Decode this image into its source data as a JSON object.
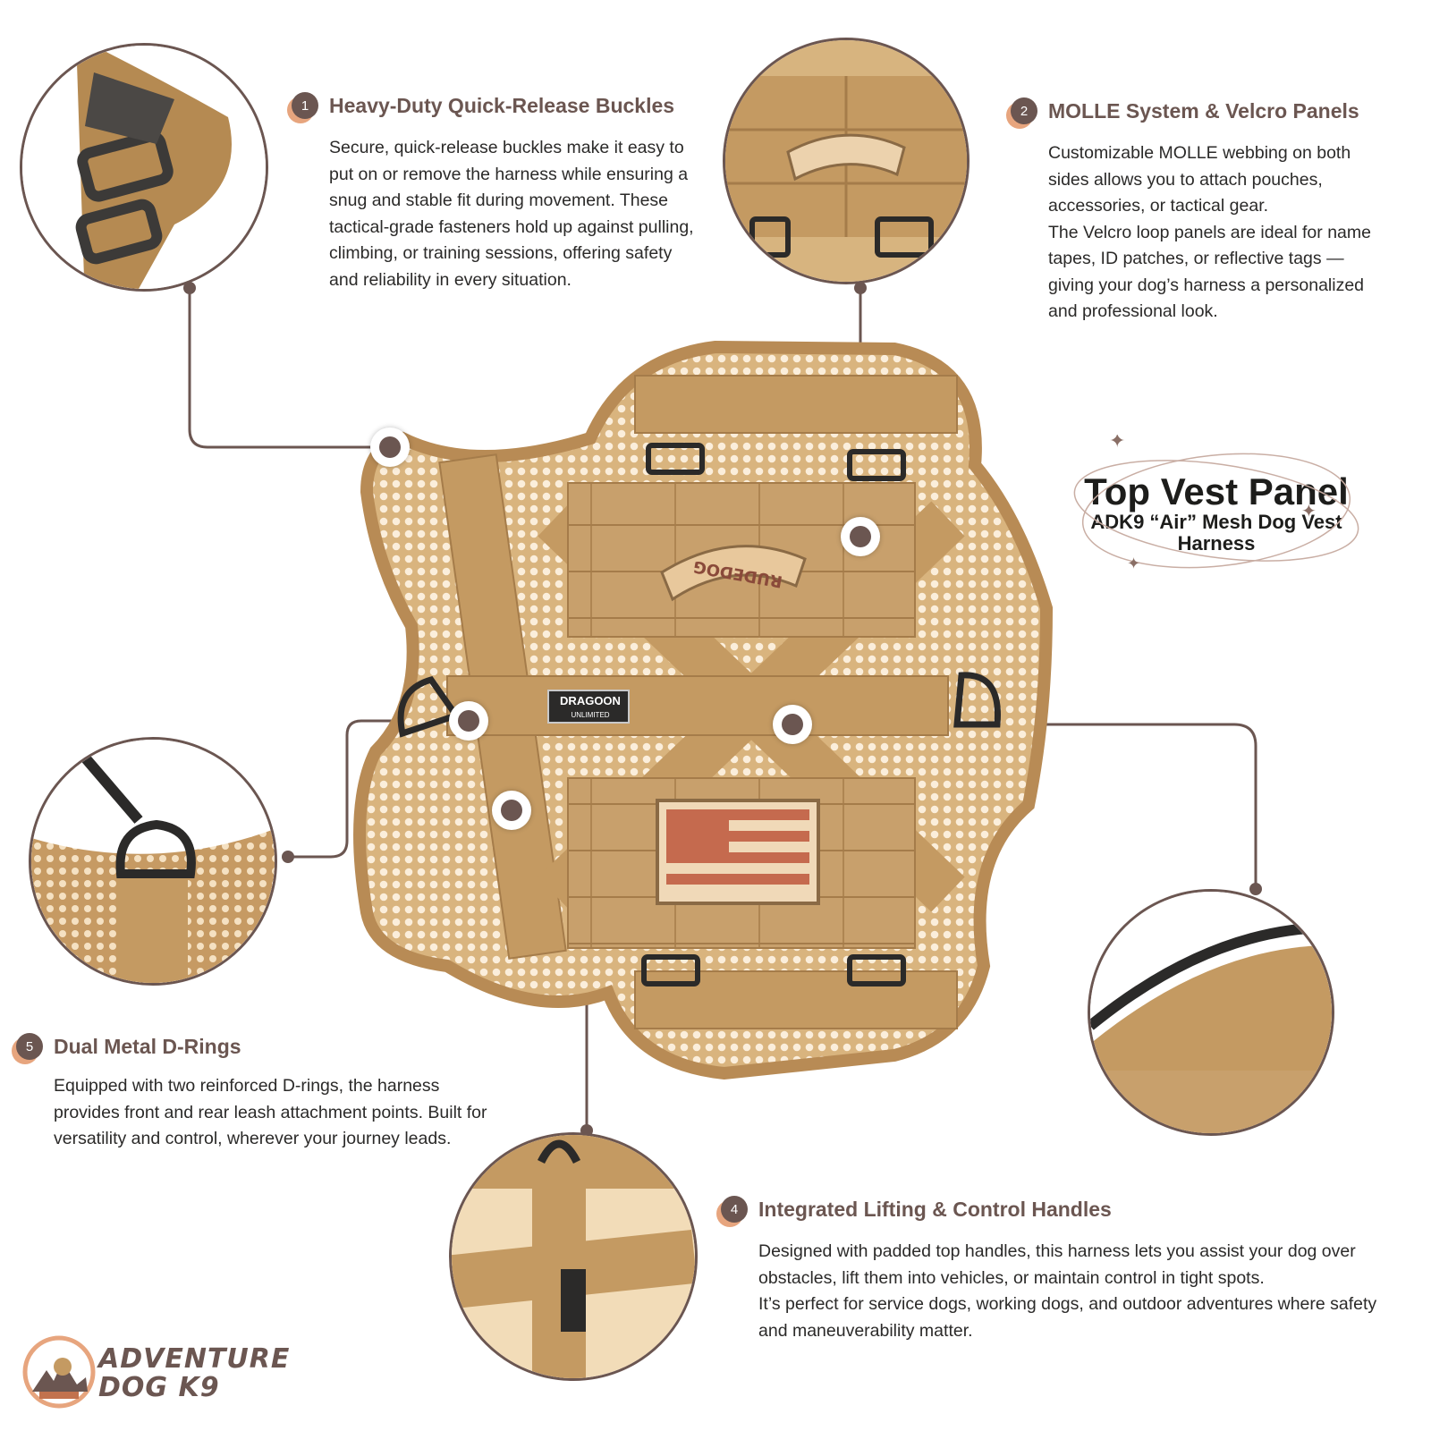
{
  "product": {
    "title": "Top Vest Panel",
    "subtitle": "ADK9 “Air” Mesh Dog Vest Harness"
  },
  "features": [
    {
      "number": "1",
      "title": "Heavy-Duty Quick-Release Buckles",
      "body": [
        "Secure, quick-release buckles make it easy to put on or remove the harness while ensuring a snug and stable fit during movement. These tactical-grade fasteners hold up against pulling, climbing, or training sessions, offering safety and reliability in every situation."
      ]
    },
    {
      "number": "2",
      "title": "MOLLE System & Velcro Panels",
      "body": [
        "Customizable MOLLE webbing on both sides allows you to attach pouches, accessories, or tactical gear.",
        "The Velcro loop panels are ideal for name tapes, ID patches, or reflective tags — giving your dog’s harness a personalized and professional look."
      ]
    },
    {
      "number": "4",
      "title": "Integrated Lifting & Control Handles",
      "body": [
        "Designed with padded top handles, this harness lets you assist your dog over obstacles, lift them into vehicles, or maintain control in tight spots.",
        "It’s perfect for service dogs, working dogs, and outdoor adventures where safety and maneuverability matter."
      ]
    },
    {
      "number": "5",
      "title": "Dual Metal D-Rings",
      "body": [
        "Equipped with two reinforced D-rings, the harness provides front and rear leash attachment points. Built for versatility and control, wherever your journey leads."
      ]
    }
  ],
  "patches": {
    "name_tape": "RUDEDOG",
    "brand_label_line1": "DRAGOON",
    "brand_label_line2": "UNLIMITED"
  },
  "logo": {
    "line1": "ADVENTURE",
    "line2": "DOG K9"
  },
  "colors": {
    "accent": "#6b5651",
    "badge_shadow": "#e7a57e",
    "coyote": "#c49a62",
    "mesh": "#f2dcb8"
  }
}
